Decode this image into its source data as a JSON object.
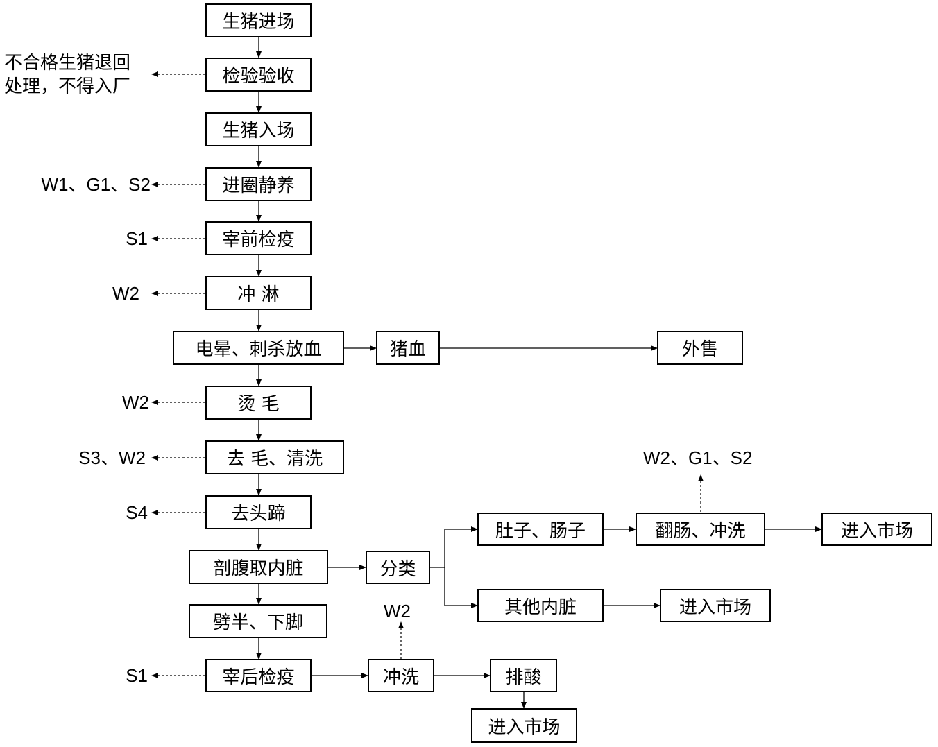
{
  "nodes": {
    "receive": "生猪进场",
    "inspect": "检验验收",
    "enter": "生猪入场",
    "rest": "进圈静养",
    "pre_quarantine": "宰前检疫",
    "shower": "冲 淋",
    "stun_bleed": "电晕、刺杀放血",
    "blood": "猪血",
    "sell": "外售",
    "scald": "烫 毛",
    "dehair": "去 毛、清洗",
    "remove_head_hoof": "去头蹄",
    "eviscerate": "剖腹取内脏",
    "classify": "分类",
    "tripe_intestine": "肚子、肠子",
    "turn_wash": "翻肠、冲洗",
    "market_1": "进入市场",
    "other_organs": "其他内脏",
    "market_2": "进入市场",
    "split": "劈半、下脚",
    "post_quarantine": "宰后检疫",
    "rinse": "冲洗",
    "acid_drain": "排酸",
    "market_3": "进入市场"
  },
  "side_labels": {
    "reject_line1": "不合格生猪退回",
    "reject_line2": "处理，不得入厂",
    "rest_out": "W1、G1、S2",
    "pre_quarantine_out": "S1",
    "shower_out": "W2",
    "scald_out": "W2",
    "dehair_out": "S3、W2",
    "head_hoof_out": "S4",
    "turn_wash_out": "W2、G1、S2",
    "rinse_out": "W2",
    "post_quarantine_out": "S1"
  }
}
